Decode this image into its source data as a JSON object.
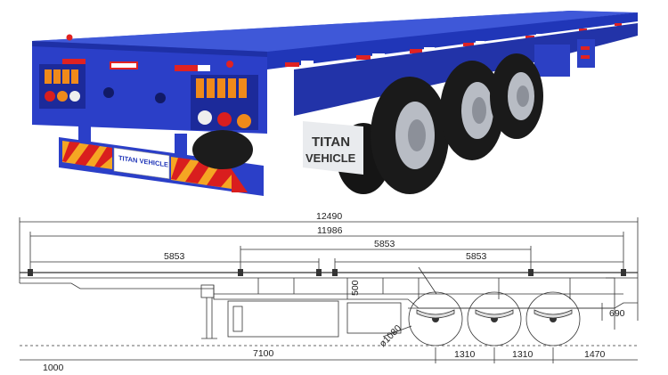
{
  "photo": {
    "mudflap_line1": "TITAN",
    "mudflap_line2": "VEHICLE",
    "rear_plate_text": "TITAN VEHICLE",
    "colors": {
      "body_blue": "#2b3fc8",
      "deck_blue": "#3a55d8",
      "reflector_red": "#d91e1e",
      "stripe_orange": "#f08a1a",
      "tire": "#1c1c1c",
      "rim": "#b8bcc4"
    }
  },
  "drawing": {
    "dims": {
      "overall_length": "12490",
      "deck_length": "11986",
      "front_twistlock_span": "5853",
      "middle_twistlock_span": "5853",
      "rear_twistlock_span": "5853",
      "frame_height": "500",
      "rear_height": "690",
      "wheel_diameter": "ø1080",
      "kingpin_to_axle": "7100",
      "axle_spacing_1": "1310",
      "axle_spacing_2": "1310",
      "rear_overhang": "1470",
      "front_clipped": "1000"
    }
  }
}
